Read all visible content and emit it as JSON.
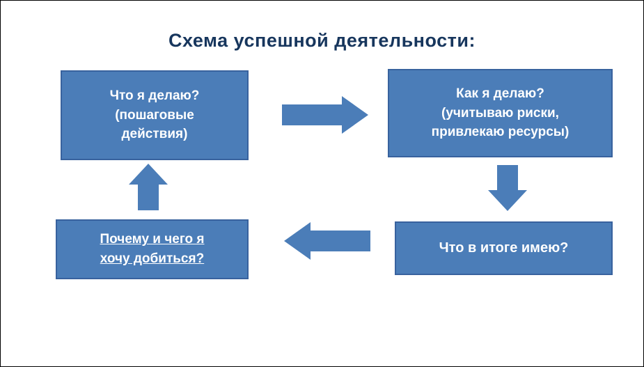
{
  "title": "Схема успешной деятельности:",
  "boxes": {
    "top_left": {
      "text": "Что я делаю?\n(пошаговые\nдействия)"
    },
    "top_right": {
      "text": "Как я делаю?\n(учитываю риски,\nпривлекаю ресурсы)"
    },
    "bottom_right": {
      "text": "Что в итоге  имею?"
    },
    "bottom_left": {
      "text": "Почему и чего я\nхочу добиться?"
    }
  },
  "arrows": {
    "top": {
      "direction": "right",
      "from": "top_left",
      "to": "top_right"
    },
    "right": {
      "direction": "down",
      "from": "top_right",
      "to": "bottom_right"
    },
    "bottom": {
      "direction": "left",
      "from": "bottom_right",
      "to": "bottom_left"
    },
    "left": {
      "direction": "up",
      "from": "bottom_left",
      "to": "top_left"
    }
  },
  "colors": {
    "box_fill": "#4b7db8",
    "box_border": "#38629e",
    "arrow_fill": "#4b7db8",
    "title": "#17365d",
    "box_text": "#ffffff",
    "frame_border": "#000000"
  }
}
